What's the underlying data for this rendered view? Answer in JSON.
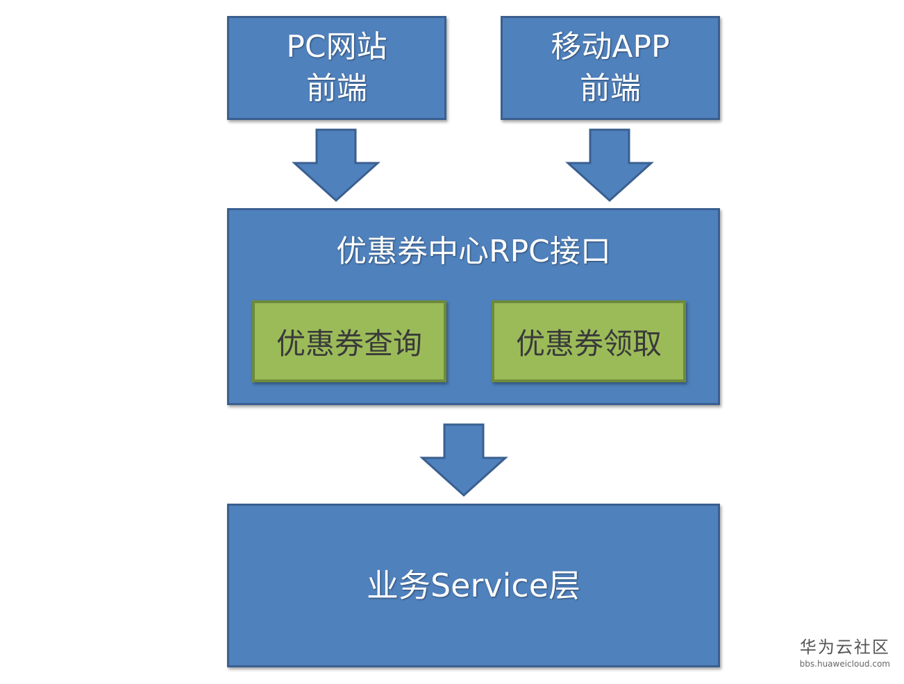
{
  "diagram": {
    "pc_frontend": {
      "line1": "PC网站",
      "line2": "前端"
    },
    "mobile_frontend": {
      "line1": "移动APP",
      "line2": "前端"
    },
    "rpc_interface": {
      "title": "优惠券中心RPC接口",
      "query": "优惠券查询",
      "claim": "优惠券领取"
    },
    "service_layer": {
      "label": "业务Service层"
    },
    "colors": {
      "box_fill": "#4f81bd",
      "box_border": "#3a5f8f",
      "sub_box_fill": "#9bbb59",
      "sub_box_border": "#6e8a3c"
    }
  },
  "watermark": {
    "name": "华为云社区",
    "url": "bbs.huaweicloud.com"
  }
}
